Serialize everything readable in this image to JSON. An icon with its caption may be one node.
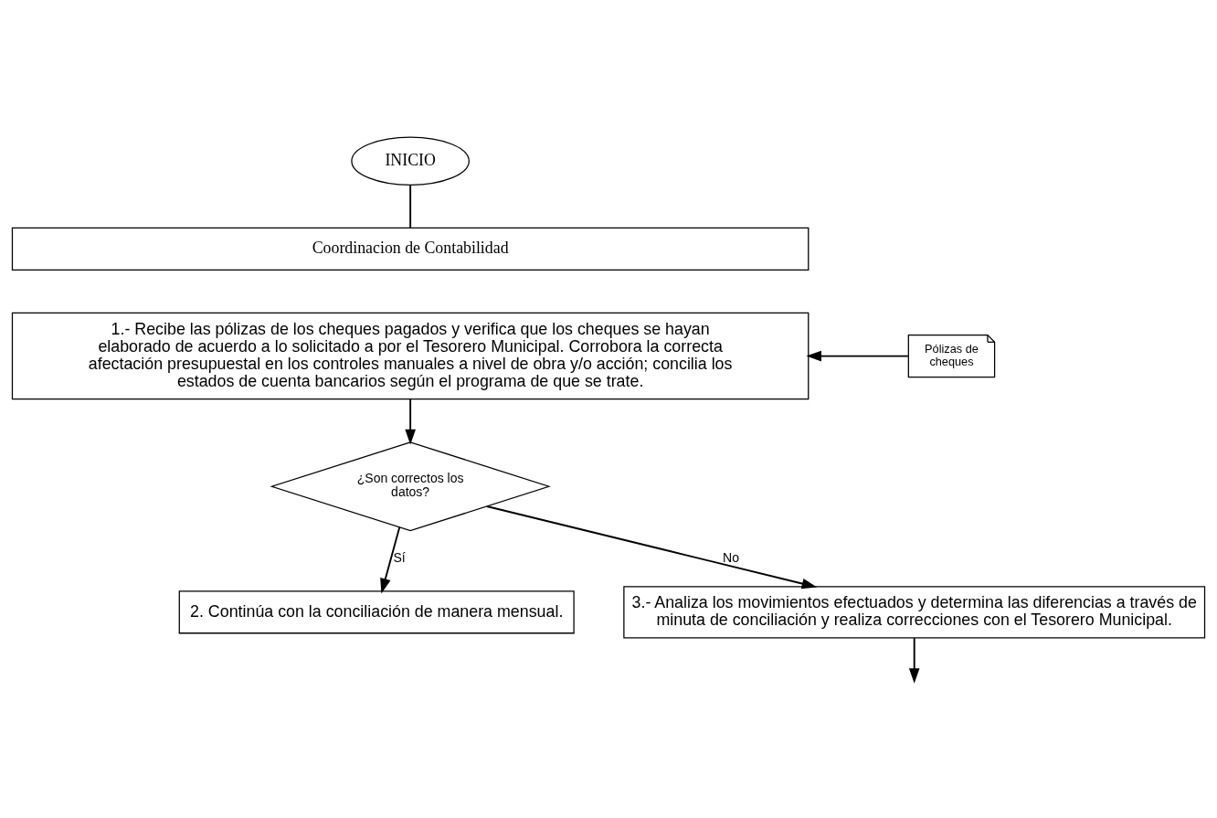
{
  "diagram": {
    "nodes": [
      {
        "text": [
          "INICIO"
        ]
      },
      {
        "text": [
          "Coordinacion de Contabilidad"
        ]
      },
      {
        "text": [
          "1.- Recibe las pólizas de los cheques pagados y verifica que los cheques se hayan elaborado de acuerdo a lo solicitado a por el Tesorero Municipal. Corrobora la correcta afectación presupuestal en los controles manuales a nivel de obra y/o acción; concilia los estados de cuenta bancarios según el programa de que se trate."
        ]
      },
      {
        "text": [
          "Pólizas de cheques"
        ]
      },
      {
        "text": [
          "¿Son correctos los datos?"
        ]
      },
      {
        "text": [
          "2. Continúa con la conciliación de manera mensual."
        ]
      },
      {
        "text": [
          "3.- Analiza los movimientos efectuados y determina las diferencias a través de minuta de conciliación y realiza correcciones con el Tesorero Municipal."
        ]
      }
    ],
    "edges": [
      {
        "from": 0,
        "to": 1,
        "arrow": "none"
      },
      {
        "from": 3,
        "to": 2,
        "arrow": "to"
      },
      {
        "from": 2,
        "to": 4,
        "arrow": "to"
      },
      {
        "from": 4,
        "to": 5,
        "arrow": "to",
        "label": "Sí"
      },
      {
        "from": 4,
        "to": 6,
        "arrow": "to",
        "label": "No"
      },
      {
        "from": 6,
        "to": null,
        "arrow": "to"
      }
    ]
  }
}
